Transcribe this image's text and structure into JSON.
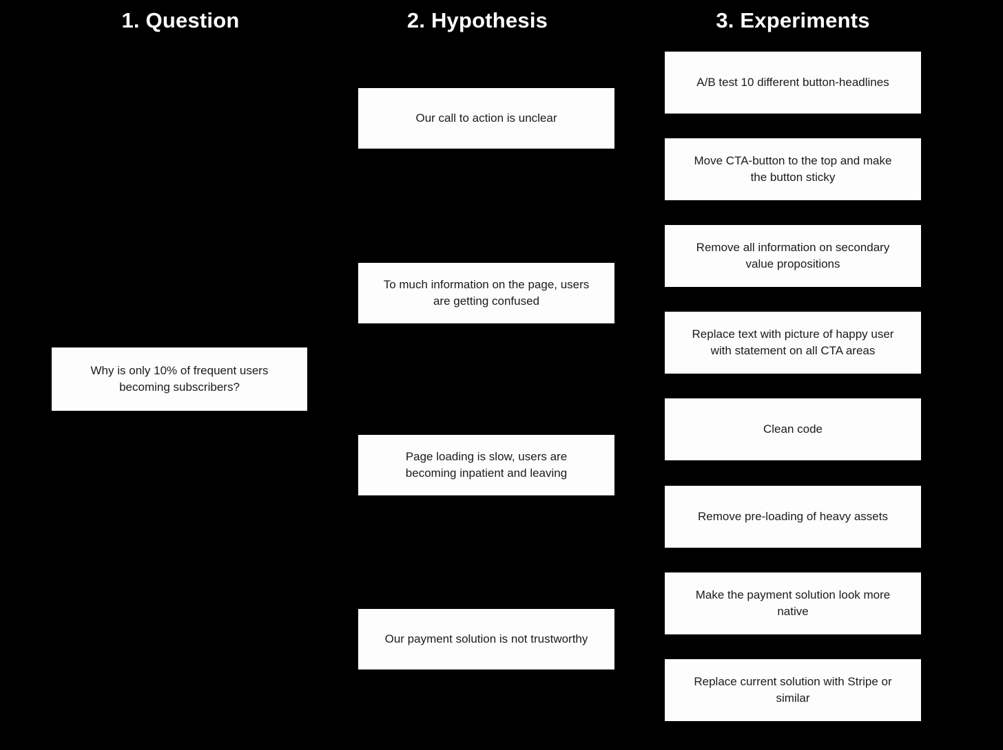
{
  "diagram": {
    "background_color": "#000000",
    "node_background_color": "#fdfdfd",
    "node_text_color": "#1b1b1b",
    "header_text_color": "#ffffff",
    "columns": [
      {
        "id": "question",
        "header": "1. Question",
        "items": [
          {
            "text": "Why is only 10% of frequent users becoming subscribers?"
          }
        ]
      },
      {
        "id": "hypothesis",
        "header": "2. Hypothesis",
        "items": [
          {
            "text": "Our call to action is unclear"
          },
          {
            "text": "To much information on the page, users are getting confused"
          },
          {
            "text": "Page loading is slow, users are becoming inpatient and leaving"
          },
          {
            "text": "Our payment solution is not trustworthy"
          }
        ]
      },
      {
        "id": "experiments",
        "header": "3. Experiments",
        "items": [
          {
            "text": "A/B test 10 different button-headlines"
          },
          {
            "text": "Move CTA-button to the top and make the button sticky"
          },
          {
            "text": "Remove all information on secondary value propositions"
          },
          {
            "text": "Replace text with picture of happy user with statement on all CTA areas"
          },
          {
            "text": "Clean code"
          },
          {
            "text": "Remove pre-loading of heavy assets"
          },
          {
            "text": "Make the payment solution look more native"
          },
          {
            "text": "Replace current solution with Stripe or similar"
          }
        ]
      }
    ]
  }
}
